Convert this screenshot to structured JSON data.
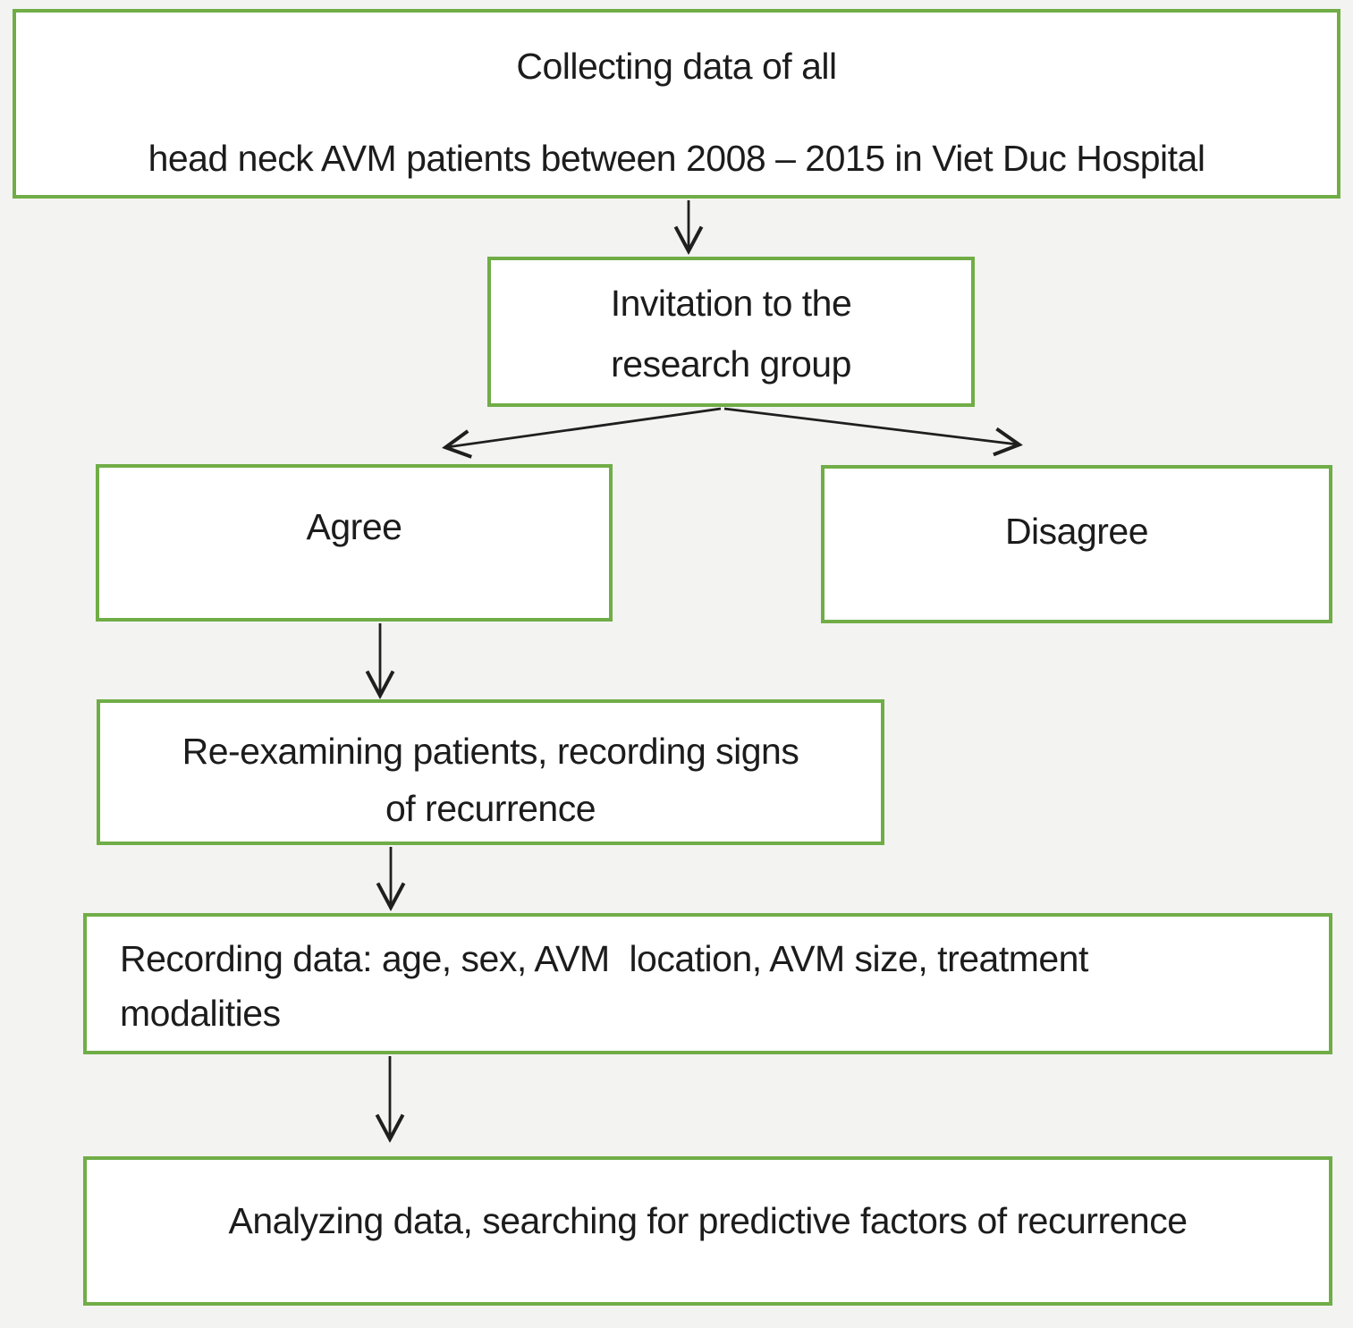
{
  "colors": {
    "background": "#f3f3f2",
    "box_fill": "#ffffff",
    "box_border": "#70ad47",
    "text": "#1c1c1c",
    "arrow": "#1f1f1f"
  },
  "nodes": {
    "collect": {
      "line1": "Collecting data of all",
      "line2": "head neck AVM patients between 2008 – 2015 in Viet Duc Hospital"
    },
    "invite": {
      "line1": "Invitation to the",
      "line2": "research group"
    },
    "agree": {
      "label": "Agree"
    },
    "disagree": {
      "label": "Disagree"
    },
    "reexamine": {
      "line1": "Re-examining patients, recording signs",
      "line2": "of recurrence"
    },
    "record": {
      "line1": "Recording data: age, sex, AVM  location, AVM size, treatment",
      "line2": "modalities"
    },
    "analyze": {
      "label": "Analyzing data, searching for predictive factors of recurrence"
    }
  },
  "edges": [
    {
      "from": "collect",
      "to": "invite"
    },
    {
      "from": "invite",
      "to": "agree"
    },
    {
      "from": "invite",
      "to": "disagree"
    },
    {
      "from": "agree",
      "to": "reexamine"
    },
    {
      "from": "reexamine",
      "to": "record"
    },
    {
      "from": "record",
      "to": "analyze"
    }
  ]
}
